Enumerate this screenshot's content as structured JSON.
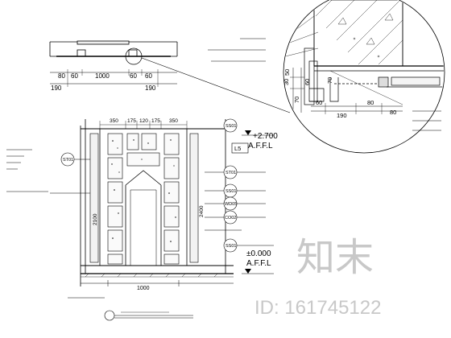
{
  "plan": {
    "dims_top": [
      "80",
      "60",
      "1000",
      "60",
      "60"
    ],
    "dims_bottom": [
      "190",
      "190"
    ]
  },
  "detail": {
    "dims_vertical": [
      "50",
      "30",
      "70",
      "60",
      "70"
    ],
    "dims_horizontal": [
      "60",
      "190",
      "80",
      "80"
    ]
  },
  "elevation": {
    "level_top": "+2.700",
    "level_top_ref": "A.F.F.L",
    "level_bottom": "±0.000",
    "level_bottom_ref": "A.F.F.L",
    "tags": [
      "SS01",
      "L5",
      "ST01",
      "SS01",
      "WD05",
      "CO02",
      "SS01",
      "ST01"
    ],
    "dims_top": [
      "350",
      "175",
      "120",
      "175",
      "350"
    ],
    "dims_bottom": [
      "1000"
    ],
    "dims_side_left": [
      "2100"
    ],
    "dims_side_right": [
      "2400"
    ]
  },
  "watermark": {
    "logo_text": "知末",
    "id_text": "ID: 161745122"
  }
}
